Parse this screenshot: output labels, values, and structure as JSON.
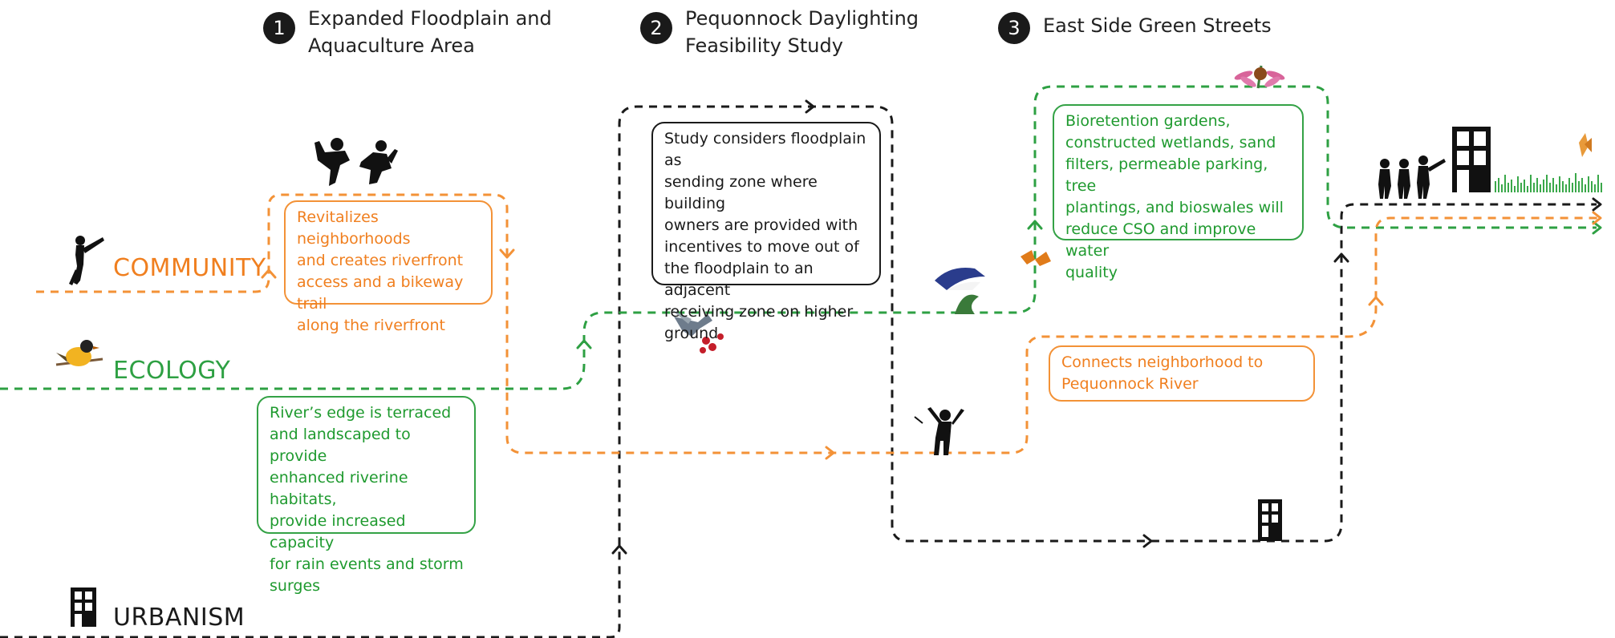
{
  "steps": [
    {
      "number": "1",
      "title_line1": "Expanded Floodplain and",
      "title_line2": "Aquaculture Area"
    },
    {
      "number": "2",
      "title_line1": "Pequonnock Daylighting",
      "title_line2": "Feasibility Study"
    },
    {
      "number": "3",
      "title_line1": "East Side Green Streets",
      "title_line2": ""
    }
  ],
  "lanes": {
    "community": "COMMUNITY",
    "ecology": "ECOLOGY",
    "urbanism": "URBANISM"
  },
  "notes": {
    "revitalizes": [
      "Revitalizes neighborhoods",
      "and creates riverfront",
      "access and a bikeway trail",
      "along the riverfront"
    ],
    "rivers_edge": [
      "River’s edge is terraced",
      "and landscaped to provide",
      "enhanced riverine habitats,",
      "provide increased capacity",
      "for rain events and storm",
      "surges"
    ],
    "study": [
      "Study considers floodplain as",
      "sending zone where building",
      "owners are provided with",
      "incentives to move out of",
      "the floodplain to an adjacent",
      "receiving zone on higher",
      "ground"
    ],
    "bioretention": [
      "Bioretention gardens,",
      "constructed wetlands, sand",
      "filters, permeable parking, tree",
      "plantings, and bioswales will",
      "reduce CSO and improve water",
      "quality"
    ],
    "connects": [
      "Connects neighborhood to",
      "Pequonnock River"
    ]
  },
  "colors": {
    "community": "#f39237",
    "ecology": "#2ea043",
    "urbanism": "#1a1a1a"
  },
  "icons": [
    "person-binoculars-icon",
    "children-playing-icon",
    "bird-icon",
    "hummingbird-icon",
    "swallow-bird-icon",
    "butterfly-icon",
    "flower-icon",
    "person-arms-raised-icon",
    "building-icon",
    "grass-icon",
    "family-group-icon"
  ]
}
